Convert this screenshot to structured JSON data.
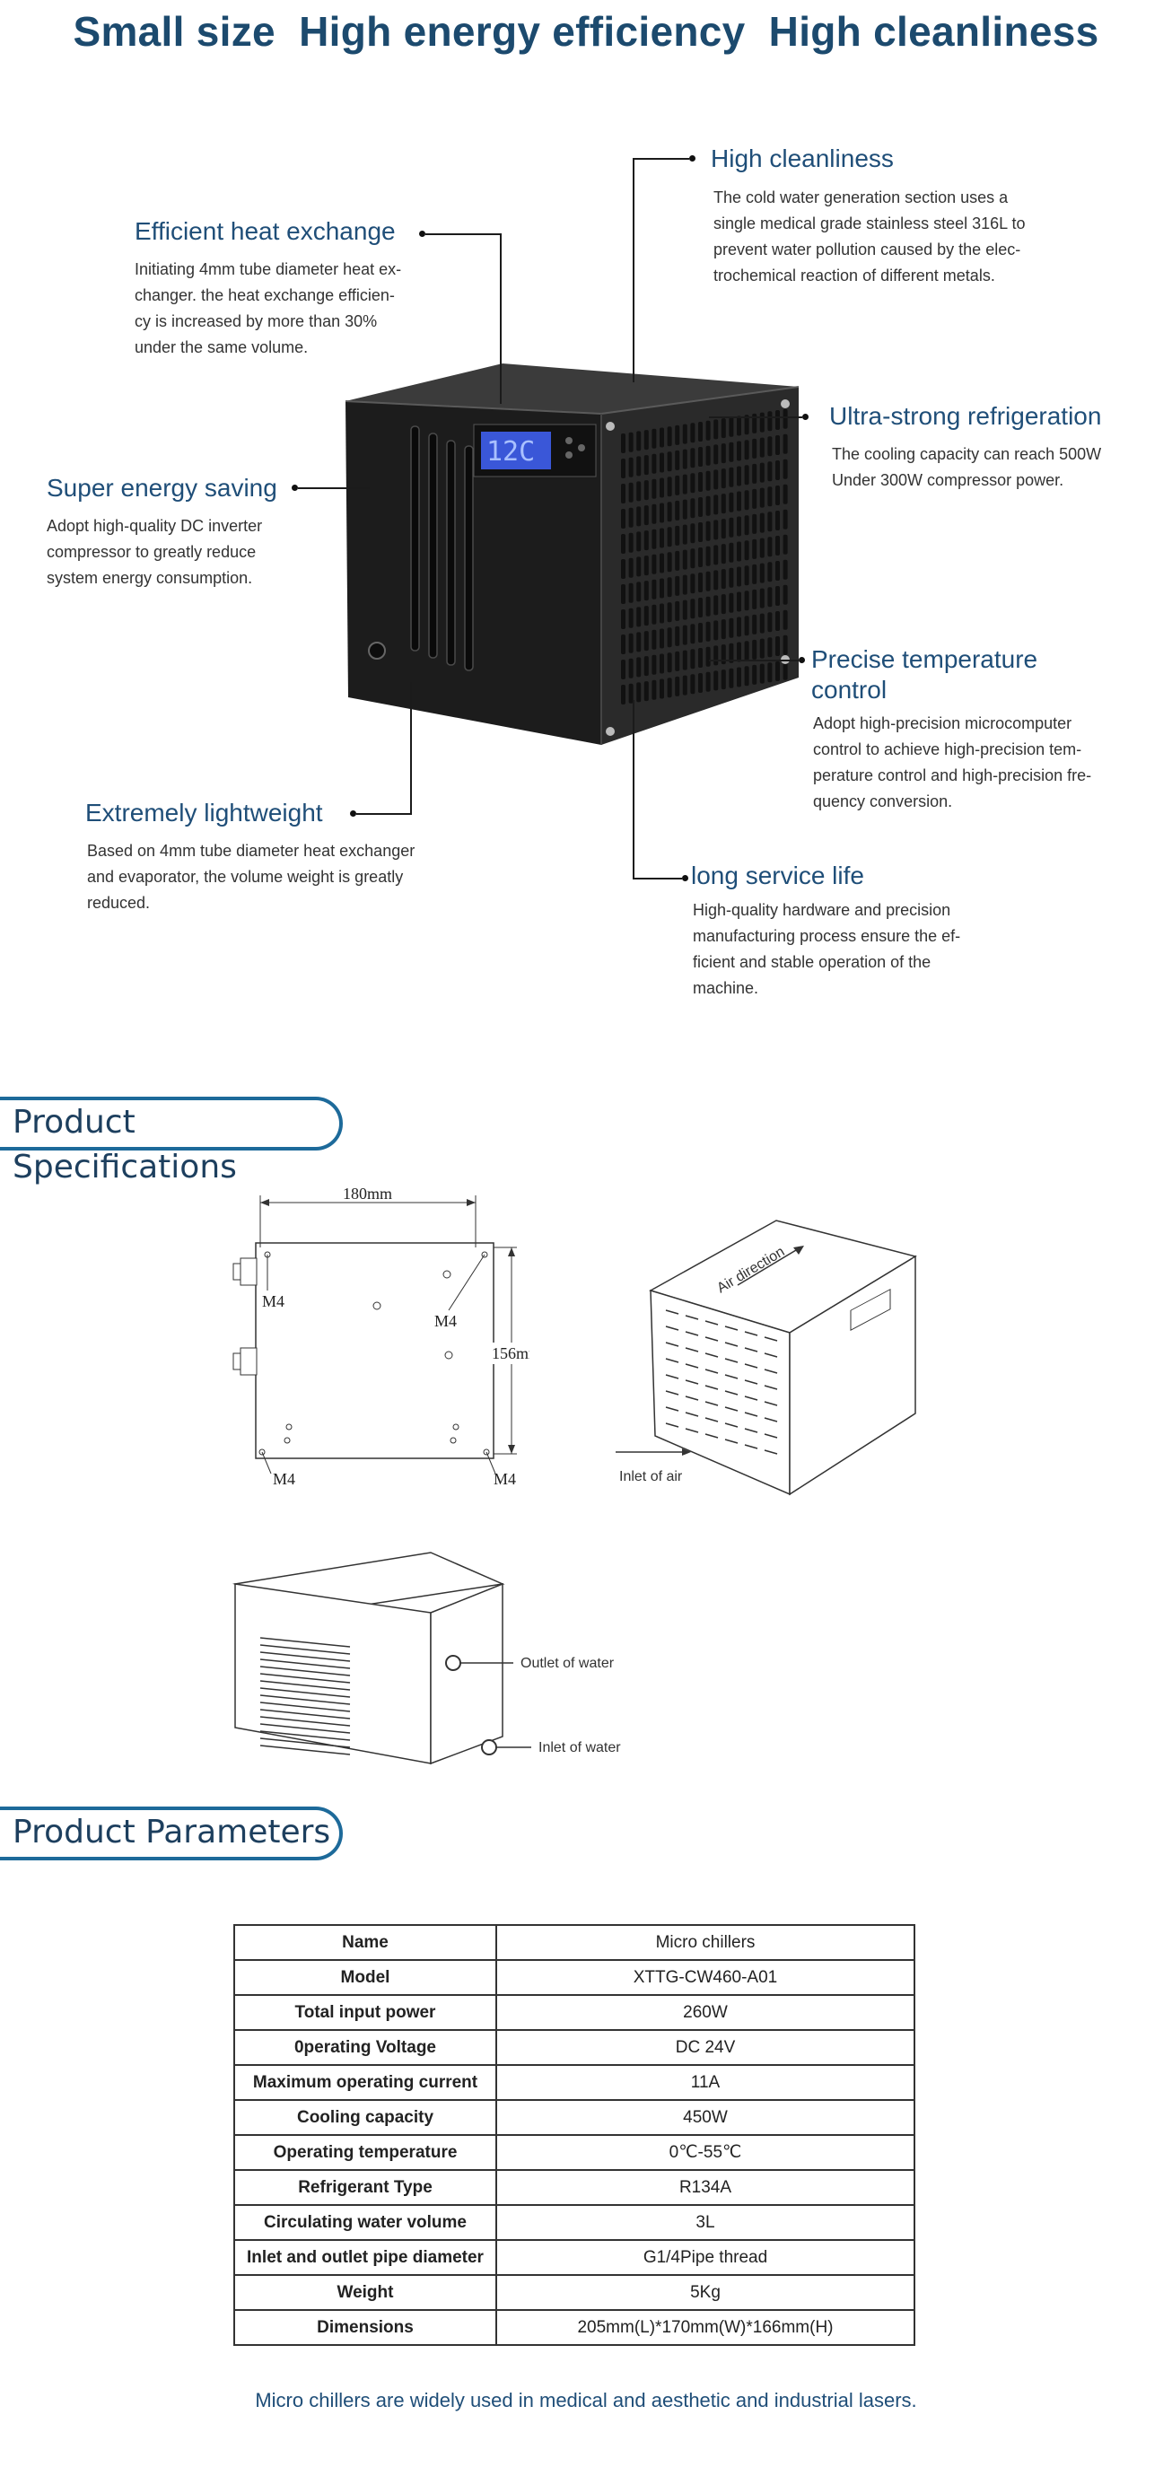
{
  "headline": "Small size  High energy efficiency  High cleanliness",
  "features": {
    "heat_exchange": {
      "title": "Efficient heat exchange",
      "lines": [
        "Initiating 4mm tube diameter heat ex-",
        "changer.  the heat exchange efficien-",
        "cy is increased by more than 30%",
        "under the same volume."
      ]
    },
    "cleanliness": {
      "title": "High cleanliness",
      "lines": [
        "The cold water generation section uses a",
        "single medical grade stainless steel 316L to",
        "prevent water pollution caused by the elec-",
        "trochemical reaction of different metals."
      ]
    },
    "refrigeration": {
      "title": "Ultra-strong refrigeration",
      "lines": [
        "The cooling capacity can reach 500W",
        "Under 300W compressor power."
      ]
    },
    "energy_saving": {
      "title": "Super energy saving",
      "lines": [
        "Adopt high-quality DC inverter",
        "compressor to greatly reduce",
        "system energy consumption."
      ]
    },
    "temperature": {
      "title_line1": "Precise temperature",
      "title_line2": "control",
      "lines": [
        "Adopt  high-precision  microcomputer",
        "control to achieve high-precision tem-",
        "perature control and high-precision fre-",
        "quency conversion."
      ]
    },
    "lightweight": {
      "title": "Extremely lightweight",
      "lines": [
        "Based on 4mm tube diameter heat exchanger",
        "and evaporator, the volume weight is greatly",
        "reduced."
      ]
    },
    "service_life": {
      "title": "long service life",
      "lines": [
        "High-quality hardware and precision",
        "manufacturing process ensure the ef-",
        "ficient and stable operation of the",
        "machine."
      ]
    }
  },
  "specs": {
    "section_title": "Product Specifications",
    "width_label": "180mm",
    "height_label": "156mm",
    "screw_label": "M4",
    "air_direction": "Air direction",
    "inlet_air": "Inlet of air",
    "outlet_water": "Outlet of water",
    "inlet_water": "Inlet of water"
  },
  "params": {
    "section_title": "Product Parameters",
    "rows": [
      [
        "Name",
        "Micro chillers"
      ],
      [
        "Model",
        "XTTG-CW460-A01"
      ],
      [
        "Total input power",
        "260W"
      ],
      [
        "0perating Voltage",
        "DC 24V"
      ],
      [
        "Maximum operating current",
        "11A"
      ],
      [
        "Cooling capacity",
        "450W"
      ],
      [
        "Operating temperature",
        "0℃-55℃"
      ],
      [
        "Refrigerant Type",
        "R134A"
      ],
      [
        "Circulating water volume",
        "3L"
      ],
      [
        "Inlet and outlet pipe diameter",
        "G1/4Pipe thread"
      ],
      [
        "Weight",
        "5Kg"
      ],
      [
        "Dimensions",
        "205mm(L)*170mm(W)*166mm(H)"
      ]
    ]
  },
  "footer": "Micro chillers are widely used in medical and aesthetic and industrial lasers.",
  "colors": {
    "title_blue": "#1f4e78",
    "tab_border": "#1d6a9a",
    "headline": "#1c4a6e",
    "lcd": "#3a57d8"
  }
}
